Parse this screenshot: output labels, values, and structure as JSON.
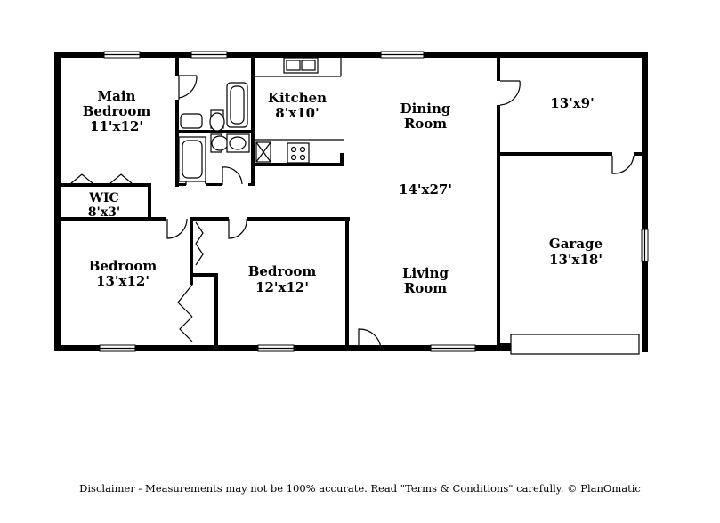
{
  "rooms": {
    "main_bedroom": {
      "name_line1": "Main",
      "name_line2": "Bedroom",
      "size": "11'x12'"
    },
    "kitchen": {
      "name": "Kitchen",
      "size": "8'x10'"
    },
    "dining": {
      "name_line1": "Dining",
      "name_line2": "Room"
    },
    "living": {
      "name_line1": "Living",
      "name_line2": "Room"
    },
    "living_dining_size": "14'x27'",
    "storage": {
      "size": "13'x9'"
    },
    "wic": {
      "name": "WIC",
      "size": "8'x3'"
    },
    "bedroom_left": {
      "name": "Bedroom",
      "size": "13'x12'"
    },
    "bedroom_mid": {
      "name": "Bedroom",
      "size": "12'x12'"
    },
    "garage": {
      "name": "Garage",
      "size": "13'x18'"
    }
  },
  "disclaimer": "Disclaimer - Measurements may not be 100% accurate. Read \"Terms & Conditions\" carefully. © PlanOmatic"
}
